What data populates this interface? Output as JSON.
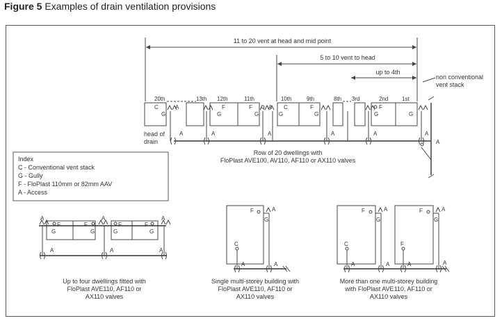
{
  "figure": {
    "label": "Figure 5",
    "title": "Examples of drain ventilation provisions"
  },
  "row": {
    "span_11_20": "11 to 20 vent at head and mid point",
    "span_5_10": "5 to 10 vent to head",
    "span_4th": "up to 4th",
    "nonconv": [
      "non conventional",
      "vent stack"
    ],
    "ordinals": [
      "20th",
      "13th",
      "12th",
      "11th",
      "10th",
      "9th",
      "8th",
      "3rd",
      "2nd",
      "1st"
    ],
    "head": [
      "head of",
      "drain"
    ],
    "caption": [
      "Row of 20 dwellings with",
      "FloPlast AVE100, AV110, AF110 or AX110 valves"
    ]
  },
  "index": {
    "title": "Index",
    "entries": [
      "C  -  Conventional vent stack",
      "G  -  Gully",
      "F  -  FloPlast 110mm or 82mm AAV",
      "A  -  Access"
    ]
  },
  "letters": {
    "c": "C",
    "g": "G",
    "f": "F",
    "a": "A"
  },
  "captions": {
    "four": [
      "Up to four dwellings fitted with",
      "FloPlast AVE110, AF110 or",
      "AX110 valves"
    ],
    "single": [
      "Single multi-storey building with",
      "FloPlast AVE110, AF110 or",
      "AX110 valves"
    ],
    "multi": [
      "More than one multi-storey building",
      "with FloPlast AVE110, AF110 or",
      "AX110 valves"
    ]
  }
}
